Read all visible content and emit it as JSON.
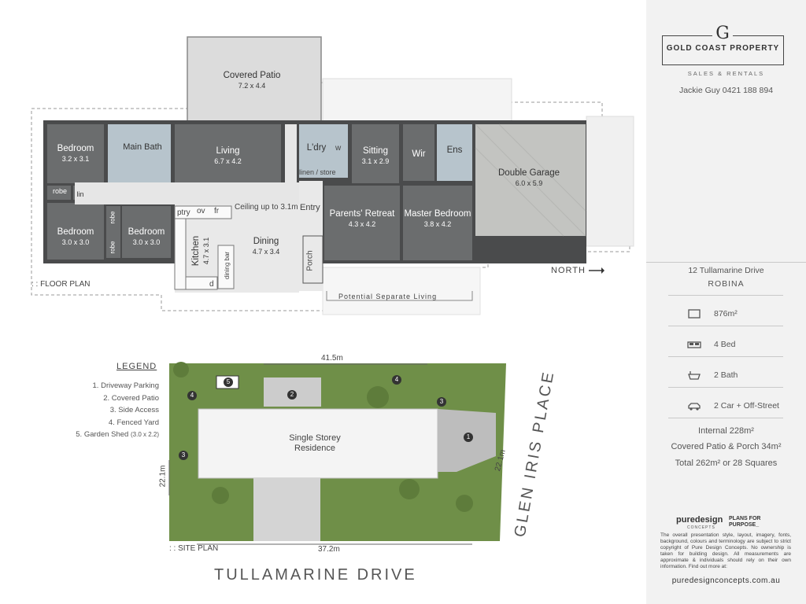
{
  "floor_plan": {
    "covered_patio": {
      "name": "Covered Patio",
      "size": "7.2 x 4.4"
    },
    "bedroom1": {
      "name": "Bedroom",
      "size": "3.2 x 3.1"
    },
    "main_bath": {
      "name": "Main Bath"
    },
    "living": {
      "name": "Living",
      "size": "6.7 x 4.2"
    },
    "laundry": {
      "name": "L'dry",
      "w": "w"
    },
    "linen": "linen / store",
    "sitting": {
      "name": "Sitting",
      "size": "3.1 x 2.9"
    },
    "wir": "Wir",
    "ens": "Ens",
    "garage": {
      "name": "Double Garage",
      "size": "6.0 x 5.9"
    },
    "robe": "robe",
    "lin": "lin",
    "bedroom2": {
      "name": "Bedroom",
      "size": "3.0 x 3.0"
    },
    "bedroom3": {
      "name": "Bedroom",
      "size": "3.0 x 3.0"
    },
    "ptry": "ptry",
    "ov": "ov",
    "fr": "fr",
    "ceiling": "Ceiling up to 3.1m",
    "entry": "Entry",
    "parents_retreat": {
      "name": "Parents' Retreat",
      "size": "4.3 x 4.2"
    },
    "master": {
      "name": "Master Bedroom",
      "size": "3.8 x 4.2"
    },
    "kitchen": {
      "name": "Kitchen",
      "size": "4.7 x 3.1"
    },
    "dining_bar": "dining bar",
    "d": "d",
    "dining": {
      "name": "Dining",
      "size": "4.7 x 3.4"
    },
    "porch": "Porch",
    "floor_plan_label": ": : FLOOR PLAN",
    "potential": "Potential Separate Living",
    "north": "NORTH"
  },
  "site_plan": {
    "legend_title": "LEGEND",
    "legend_items": [
      "1. Driveway Parking",
      "2. Covered Patio",
      "3. Side Access",
      "4. Fenced Yard",
      "5. Garden Shed"
    ],
    "legend_shed_size": "(3.0 x 2.2)",
    "dim_top": "41.5m",
    "dim_left": "22.1m",
    "dim_right": "22.1m",
    "dim_bottom": "37.2m",
    "residence_line1": "Single Storey",
    "residence_line2": "Residence",
    "site_plan_label": ": : SITE PLAN",
    "street": "TULLAMARINE DRIVE",
    "side_street": "GLEN IRIS PLACE",
    "markers": {
      "m1": "1",
      "m2": "2",
      "m3": "3",
      "m4": "4",
      "m5": "5"
    }
  },
  "sidebar": {
    "logo_letter": "G",
    "brand": "GOLD COAST PROPERTY",
    "tagline": "SALES & RENTALS",
    "agent": "Jackie Guy  0421 188 894",
    "address_line1": "12 Tullamarine Drive",
    "address_line2": "ROBINA",
    "stats": [
      {
        "icon": "land-area-icon",
        "text": "876m²"
      },
      {
        "icon": "bed-icon",
        "text": "4 Bed"
      },
      {
        "icon": "bath-icon",
        "text": "2 Bath"
      },
      {
        "icon": "car-icon",
        "text": "2 Car + Off-Street"
      }
    ],
    "internal": "Internal 228m²",
    "covered": "Covered Patio & Porch 34m²",
    "total": "Total 262m² or 28 Squares",
    "pd_logo": "puredesign",
    "pd_sub": "CONCEPTS",
    "plans_line1": "PLANS FOR",
    "plans_line2": "PURPOSE_",
    "disclaimer": "The overall presentation style, layout, imagery, fonts, background, colours and terminology are subject to strict copyright of Pure Design Concepts. No ownership is taken for building design. All measurements are approximate & individuals should rely on their own information. Find out more at:",
    "website": "puredesignconcepts.com.au"
  },
  "colors": {
    "room": "#6b6d6e",
    "wall": "#4a4b4c",
    "wet": "#b7c4cc",
    "garage": "#c3c4c1",
    "lawn": "#6f8f48",
    "gold": "#b88a4a"
  }
}
